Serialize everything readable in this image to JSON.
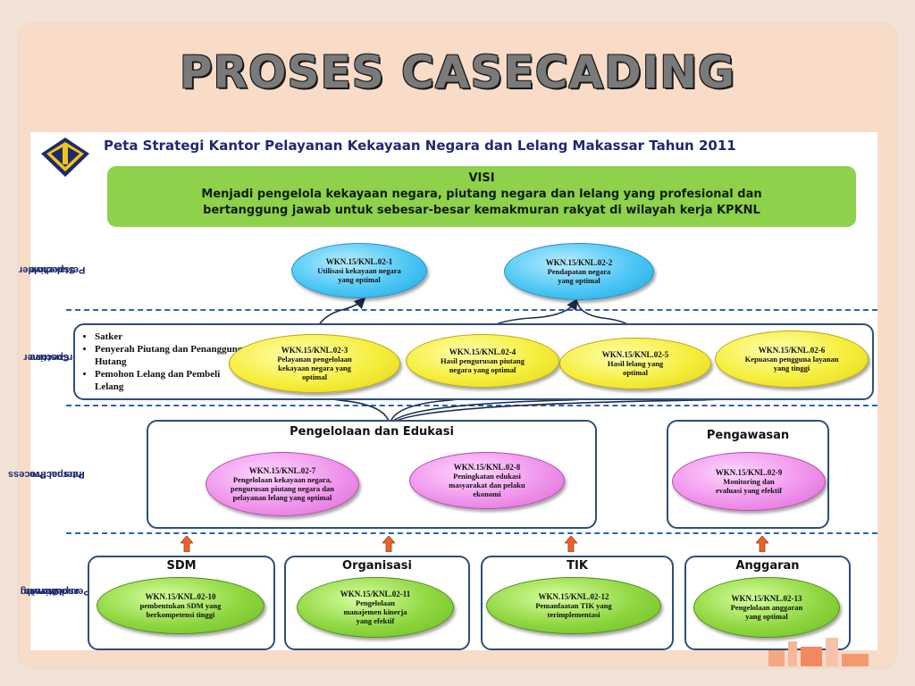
{
  "slide": {
    "title": "PROSES CASECADING"
  },
  "diagram": {
    "title": "Peta Strategi Kantor Pelayanan Kekayaan Negara dan Lelang Makassar Tahun 2011",
    "visi": {
      "heading": "VISI",
      "line1": "Menjadi pengelola kekayaan negara, piutang negara dan lelang  yang profesional dan",
      "line2": "bertanggung jawab untuk sebesar-besar kemakmuran rakyat di wilayah kerja KPKNL"
    },
    "perspectives": {
      "stakeholder": [
        "Stakeholder",
        "Perspective"
      ],
      "customer": [
        "Customer",
        "Perspective"
      ],
      "internal": [
        "Internal Process",
        "Perspective"
      ],
      "learning": [
        "Learning",
        "and Growth",
        "Perspective"
      ]
    },
    "stakeholders": [
      "Satker",
      "Penyerah Piutang dan Penanggung Hutang",
      "Pemohon Lelang dan Pembeli Lelang"
    ],
    "groups": {
      "pengelolaan": "Pengelolaan dan Edukasi",
      "pengawasan": "Pengawasan",
      "sdm": "SDM",
      "organisasi": "Organisasi",
      "tik": "TIK",
      "anggaran": "Anggaran"
    },
    "objectives": {
      "o1": {
        "code": "WKN.15/KNL.02-1",
        "text": "Utilisasi kekayaan negara yang optimal"
      },
      "o2": {
        "code": "WKN.15/KNL.02-2",
        "text": "Pendapatan negara yang optimal"
      },
      "o3": {
        "code": "WKN.15/KNL.02-3",
        "text": "Pelayanan pengelolaan kekayaan negara yang optimal"
      },
      "o4": {
        "code": "WKN.15/KNL.02-4",
        "text": "Hasil pengurusan piutang negara yang optimal"
      },
      "o5": {
        "code": "WKN.15/KNL.02-5",
        "text": "Hasil lelang yang optimal"
      },
      "o6": {
        "code": "WKN.15/KNL.02-6",
        "text": "Kepuasan pengguna layanan yang tinggi"
      },
      "o7": {
        "code": "WKN.15/KNL.02-7",
        "text": "Pengelolaan kekayaan negara, pengurusan piutang negara dan pelayanan lelang yang optimal"
      },
      "o8": {
        "code": "WKN.15/KNL.02-8",
        "text": "Peningkatan edukasi masyarakat dan pelaku ekonomi"
      },
      "o9": {
        "code": "WKN.15/KNL.02-9",
        "text": "Monitoring dan evaluasi yang efektif"
      },
      "o10": {
        "code": "WKN.15/KNL.02-10",
        "text": "pembentukan SDM yang berkompetensi tinggi"
      },
      "o11": {
        "code": "WKN.15/KNL.02-11",
        "text": "Pengelolaan manajemen kinerja yang efektif"
      },
      "o12": {
        "code": "WKN.15/KNL.02-12",
        "text": "Pemanfaatan TIK yang terimplementasi"
      },
      "o13": {
        "code": "WKN.15/KNL.02-13",
        "text": "Pengelolaan anggaran yang optimal"
      }
    },
    "colors": {
      "stakeholder": "#4cc7f5",
      "customer": "#f5ee3c",
      "internal": "#f095ec",
      "learning": "#8fd640",
      "visi": "#8ed14a",
      "arrow": "#e8642a",
      "divider": "#2a64b0"
    }
  }
}
